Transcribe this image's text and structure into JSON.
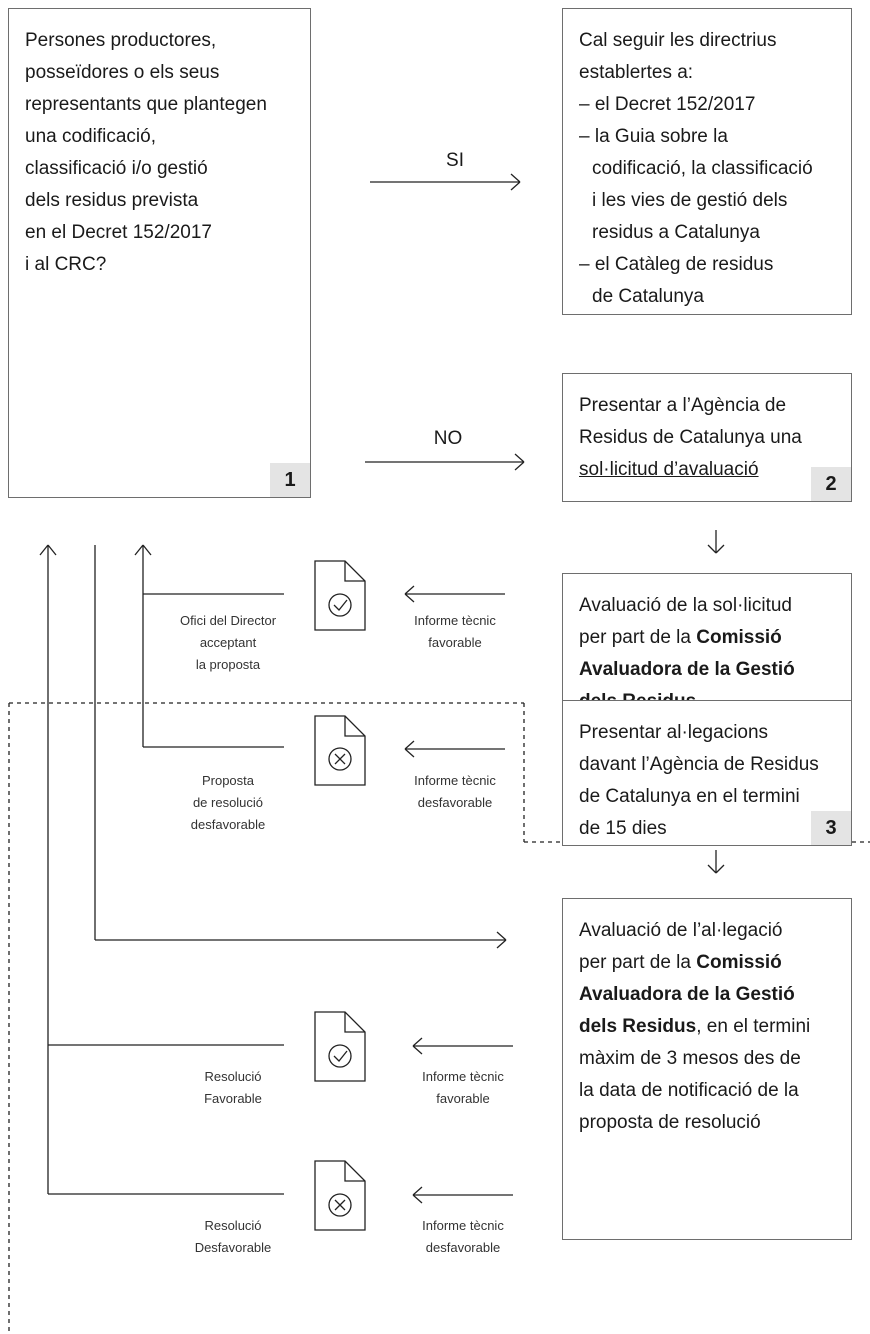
{
  "box1": {
    "lines": [
      "Persones productores,",
      "posseïdores o els seus",
      "representants que plantegen",
      "una codificació,",
      "classificació i/o gestió",
      "dels residus prevista",
      "en el Decret 152/2017",
      "i al CRC?"
    ],
    "badge": "1"
  },
  "box_si": {
    "lines": [
      "Cal seguir les directrius",
      "establertes a:",
      "– el Decret 152/2017",
      "– la Guia sobre la",
      "codificació,  la classificació",
      "i les vies de gestió dels",
      "residus a Catalunya",
      "– el Catàleg de residus",
      "de Catalunya"
    ]
  },
  "box2": {
    "line1": "Presentar a l’Agència de",
    "line2": "Residus de Catalunya una",
    "line3": "sol·licitud d’avaluació",
    "badge": "2"
  },
  "box_eval": {
    "line1": "Avaluació de la sol·licitud",
    "line2a": "per part de la ",
    "line2b": "Comissió",
    "line3": "Avaluadora de la Gestió",
    "line4": "dels Residus"
  },
  "box3": {
    "lines": [
      "Presentar al·legacions",
      "davant l’Agència de Residus",
      "de Catalunya en el termini",
      "de 15 dies"
    ],
    "badge": "3"
  },
  "box_alleg": {
    "line1": "Avaluació de l’al·legació",
    "line2a": "per part de la ",
    "line2b": "Comissió",
    "line3": "Avaluadora de la Gestió",
    "line4a": "dels Residus",
    "line4b": ", en el termini",
    "line5": "màxim de 3 mesos des de",
    "line6": "la data de notificació de la",
    "line7": "proposta de resolució"
  },
  "labels": {
    "si": "SI",
    "no": "NO",
    "informe_fav_1": [
      "Informe tècnic",
      "favorable"
    ],
    "informe_desfav_1": [
      "Informe tècnic",
      "desfavorable"
    ],
    "informe_fav_2": [
      "Informe tècnic",
      "favorable"
    ],
    "informe_desfav_2": [
      "Informe tècnic",
      "desfavorable"
    ],
    "ofici": [
      "Ofici del Director",
      "acceptant",
      "la proposta"
    ],
    "proposta": [
      "Proposta",
      "de resolució",
      "desfavorable"
    ],
    "res_fav": [
      "Resolució",
      "Favorable"
    ],
    "res_desfav": [
      "Resolució",
      "Desfavorable"
    ]
  },
  "icons": {
    "doc_check": "document-check-icon",
    "doc_cross": "document-cross-icon",
    "arrow": "arrow-icon"
  },
  "colors": {
    "border": "#6e6e6e",
    "badge_bg": "#e4e4e4",
    "text": "#1a1a1a"
  }
}
